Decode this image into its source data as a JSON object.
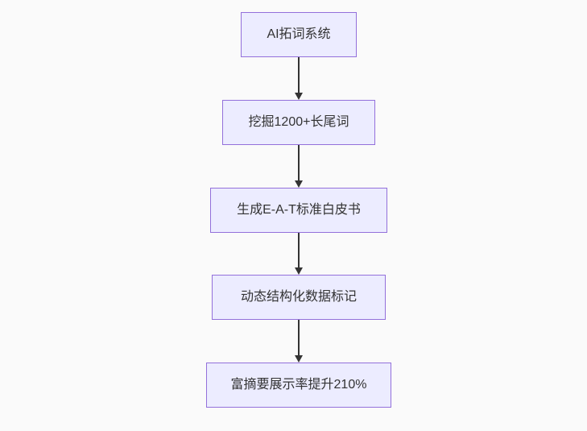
{
  "diagram": {
    "type": "flowchart",
    "direction": "top-down",
    "nodes": [
      {
        "id": "step-1",
        "label": "AI拓词系统"
      },
      {
        "id": "step-2",
        "label": "挖掘1200+长尾词"
      },
      {
        "id": "step-3",
        "label": "生成E-A-T标准白皮书"
      },
      {
        "id": "step-4",
        "label": "动态结构化数据标记"
      },
      {
        "id": "step-5",
        "label": "富摘要展示率提升210%"
      }
    ],
    "edges": [
      {
        "from": "step-1",
        "to": "step-2"
      },
      {
        "from": "step-2",
        "to": "step-3"
      },
      {
        "from": "step-3",
        "to": "step-4"
      },
      {
        "from": "step-4",
        "to": "step-5"
      }
    ],
    "colors": {
      "node_fill": "#ECECFF",
      "node_border": "#9370DB",
      "text": "#333333",
      "edge": "#333333",
      "background": "#fafafa"
    }
  }
}
